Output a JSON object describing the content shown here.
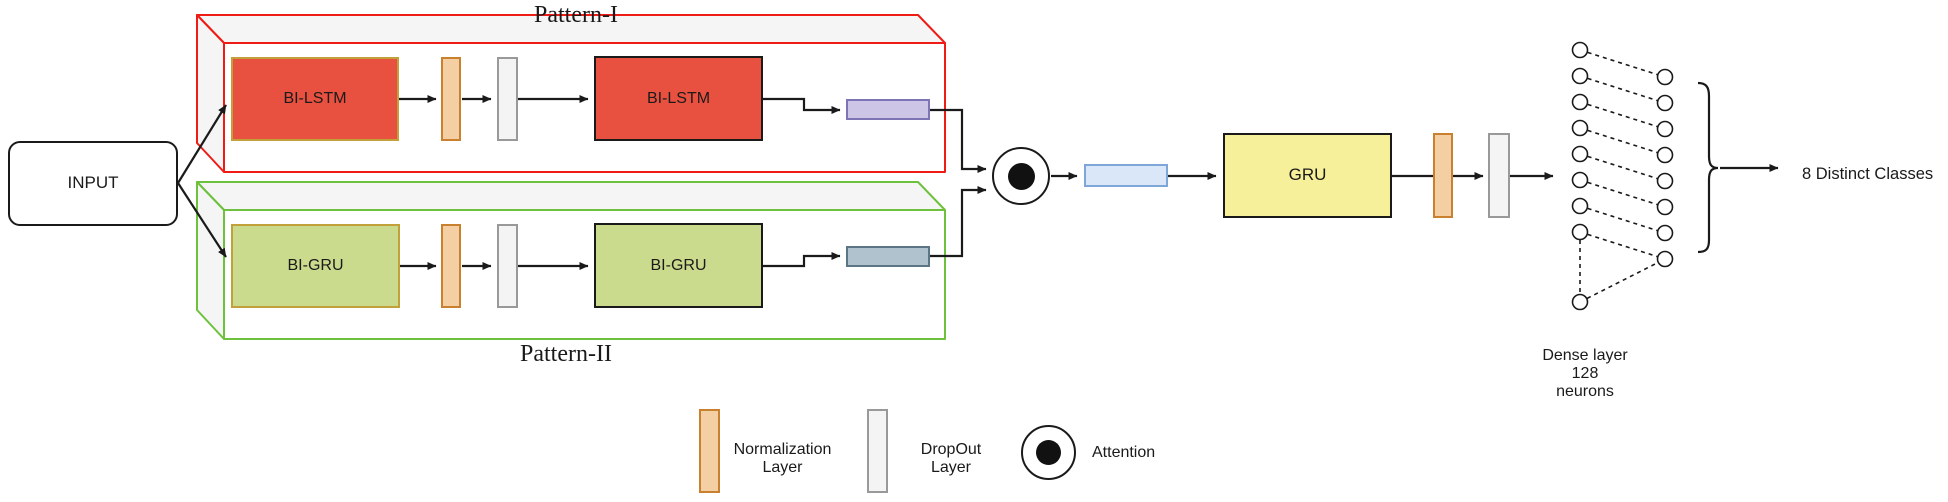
{
  "colors": {
    "ink": "#1a1a1a",
    "red-fill": "#e85140",
    "gold-border": "#c2a13b",
    "green-fill": "#cbdb8d",
    "orange-fill": "#f5cfa4",
    "orange-border": "#c9812f",
    "dropout-fill": "#f4f4f4",
    "dropout-border": "#999999",
    "purple-fill": "#ccc5e5",
    "purple-border": "#7d74b5",
    "steel-fill": "#afc2ce",
    "steel-border": "#5b7584",
    "blue-fill": "#d9e7f8",
    "blue-border": "#7ea6d8",
    "yellow-fill": "#f7f09a",
    "cube-face": "#f5f5f5",
    "pattern1-outline": "#ee1c15",
    "pattern2-outline": "#6ec13c"
  },
  "input": {
    "label": "INPUT"
  },
  "pattern1": {
    "title": "Pattern-I",
    "stage1": "BI-LSTM",
    "stage2": "BI-LSTM"
  },
  "pattern2": {
    "title": "Pattern-II",
    "stage1": "BI-GRU",
    "stage2": "BI-GRU"
  },
  "main_path": {
    "gru_label": "GRU"
  },
  "dense": {
    "label": "Dense layer\n128\nneurons",
    "left_neurons": 9,
    "right_neurons": 8
  },
  "output": {
    "label": "8 Distinct Classes"
  },
  "legend": {
    "normalization": "Normalization\nLayer",
    "dropout": "DropOut\nLayer",
    "attention": "Attention"
  }
}
